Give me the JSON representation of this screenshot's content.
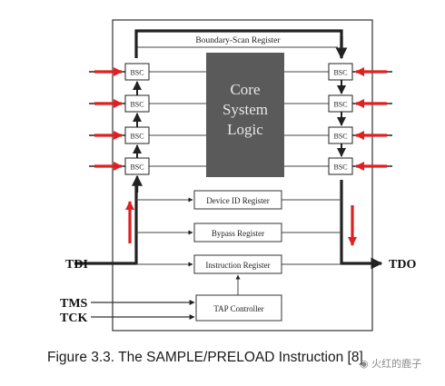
{
  "figure": {
    "boundary_scan_register_label": "Boundary-Scan Register",
    "core_logic_lines": [
      "Core",
      "System",
      "Logic"
    ],
    "bsc_label": "BSC",
    "blocks": {
      "device_id": "Device ID Register",
      "bypass": "Bypass Register",
      "instruction": "Instruction Register",
      "tap": "TAP Controller"
    },
    "signals": {
      "tdi": "TDI",
      "tdo": "TDO",
      "tms": "TMS",
      "tck": "TCK"
    },
    "highlight_color": "#e02020"
  },
  "caption": "Figure 3.3.  The SAMPLE/PRELOAD Instruction  [8]",
  "watermark": "火红的鹿子"
}
